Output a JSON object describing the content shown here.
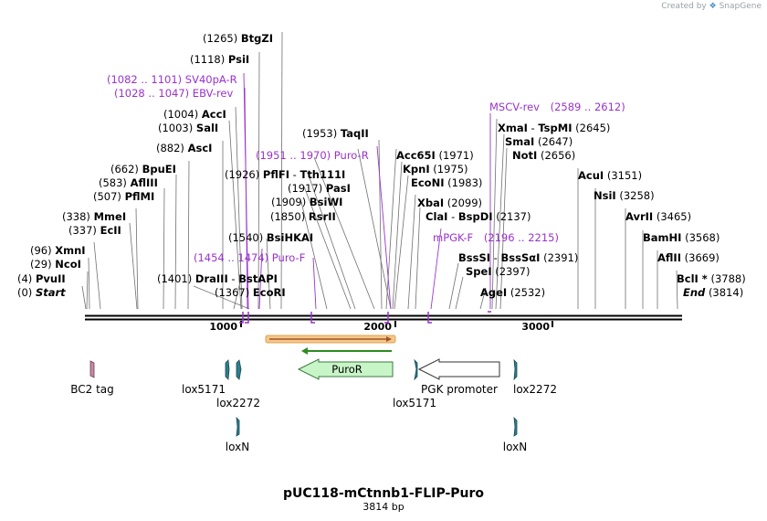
{
  "branding": {
    "created_by": "Created by",
    "app": "SnapGene"
  },
  "map": {
    "title": "pUC118-mCtnnb1-FLIP-Puro",
    "length_label": "3814 bp",
    "length": 3814,
    "ruler_ticks": [
      {
        "value": 1000,
        "label": "1000"
      },
      {
        "value": 2000,
        "label": "2000"
      },
      {
        "value": 3000,
        "label": "3000"
      }
    ],
    "enzymes": [
      {
        "pos": "(0)",
        "name": "Start",
        "ital": true,
        "site": 0
      },
      {
        "pos": "(4)",
        "name": "PvuII",
        "site": 4
      },
      {
        "pos": "(29)",
        "name": "NcoI",
        "site": 29
      },
      {
        "pos": "(96)",
        "name": "XmnI",
        "site": 96
      },
      {
        "pos": "(337)",
        "name": "EcII",
        "site": 337
      },
      {
        "pos": "(338)",
        "name": "MmeI",
        "site": 338
      },
      {
        "pos": "(507)",
        "name": "PflMI",
        "site": 507
      },
      {
        "pos": "(583)",
        "name": "AflIII",
        "site": 583
      },
      {
        "pos": "(662)",
        "name": "BpuEI",
        "site": 662
      },
      {
        "pos": "(882)",
        "name": "AscI",
        "site": 882
      },
      {
        "pos": "(1003)",
        "name": "SalI",
        "site": 1003
      },
      {
        "pos": "(1004)",
        "name": "AccI",
        "site": 1004
      },
      {
        "pos": "(1118)",
        "name": "PsiI",
        "site": 1118
      },
      {
        "pos": "(1265)",
        "name": "BtgZI",
        "site": 1265
      },
      {
        "pos": "(1401)",
        "name": "DraIII",
        "name2": "BstAPI",
        "site": 1401
      },
      {
        "pos": "(1367)",
        "name": "EcoRI",
        "site": 1367
      },
      {
        "pos": "(1540)",
        "name": "BsiHKAI",
        "site": 1540
      },
      {
        "pos": "(1850)",
        "name": "RsrII",
        "site": 1850
      },
      {
        "pos": "(1909)",
        "name": "BsiWI",
        "site": 1909
      },
      {
        "pos": "(1917)",
        "name": "PasI",
        "site": 1917
      },
      {
        "pos": "(1926)",
        "name": "PflFI",
        "name2": "Tth111I",
        "site": 1926
      },
      {
        "pos": "(1953)",
        "name": "TaqII",
        "site": 1953
      },
      {
        "pos": "(1971)",
        "name": "Acc65I",
        "site": 1971
      },
      {
        "pos": "(1975)",
        "name": "KpnI",
        "site": 1975
      },
      {
        "pos": "(1983)",
        "name": "EcoNI",
        "site": 1983
      },
      {
        "pos": "(2099)",
        "name": "XbaI",
        "site": 2099
      },
      {
        "pos": "(2137)",
        "name": "ClaI",
        "name2": "BspDI",
        "site": 2137
      },
      {
        "pos": "(2391)",
        "name": "BssSI",
        "name2": "BssSαI",
        "site": 2391
      },
      {
        "pos": "(2397)",
        "name": "SpeI",
        "site": 2397
      },
      {
        "pos": "(2532)",
        "name": "AgeI",
        "site": 2532
      },
      {
        "pos": "(2645)",
        "name": "XmaI",
        "name2": "TspMI",
        "site": 2645
      },
      {
        "pos": "(2647)",
        "name": "SmaI",
        "site": 2647
      },
      {
        "pos": "(2656)",
        "name": "NotI",
        "site": 2656
      },
      {
        "pos": "(3151)",
        "name": "AcuI",
        "site": 3151
      },
      {
        "pos": "(3258)",
        "name": "NsiI",
        "site": 3258
      },
      {
        "pos": "(3465)",
        "name": "AvrII",
        "site": 3465
      },
      {
        "pos": "(3568)",
        "name": "BamHI",
        "site": 3568
      },
      {
        "pos": "(3669)",
        "name": "AflII",
        "site": 3669
      },
      {
        "pos": "(3788)",
        "name": "BclI *",
        "site": 3788
      },
      {
        "pos": "(3814)",
        "name": "End",
        "ital": true,
        "site": 3814
      }
    ],
    "primers": [
      {
        "range": "(1082 .. 1101)",
        "name": "SV40pA-R"
      },
      {
        "range": "(1028 .. 1047)",
        "name": "EBV-rev"
      },
      {
        "range": "(1951 .. 1970)",
        "name": "Puro-R"
      },
      {
        "range": "(1454 .. 1474)",
        "name": "Puro-F"
      },
      {
        "range": "(2589 .. 2612)",
        "name": "MSCV-rev"
      },
      {
        "range": "(2196 .. 2215)",
        "name": "mPGK-F"
      }
    ],
    "features": [
      {
        "name": "BC2 tag"
      },
      {
        "name": "lox5171"
      },
      {
        "name": "lox2272"
      },
      {
        "name": "PuroR"
      },
      {
        "name": "lox5171"
      },
      {
        "name": "PGK promoter"
      },
      {
        "name": "lox2272"
      },
      {
        "name": "loxN"
      },
      {
        "name": "loxN"
      }
    ],
    "colors": {
      "primer": "#9933cc",
      "puro_fill": "#c8f5c8",
      "lox": "#2e7d8c",
      "bc2": "#c48aa4",
      "orf_bar": "#f4a020",
      "orf_arrow": "#2e8b20"
    }
  }
}
